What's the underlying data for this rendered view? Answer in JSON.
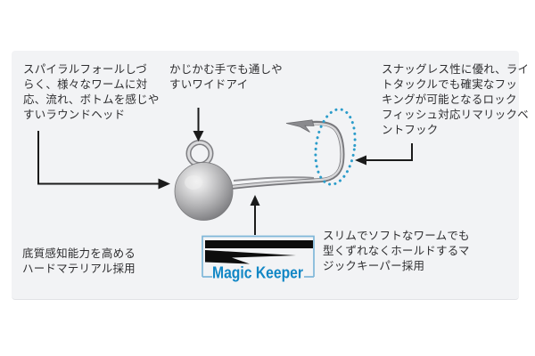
{
  "colors": {
    "page_bg": "#ffffff",
    "panel_bg": "#f2f3f5",
    "text": "#2e2e30",
    "annotation_line": "#1b1b1b",
    "logo_blue": "#1287c5",
    "logo_border_blue": "#7fb7d9",
    "highlight_dotted_blue": "#2b9cca",
    "logo_bar_black": "#0d0d0d"
  },
  "logo": {
    "label": "Magic Keeper"
  },
  "callouts": {
    "round_head": {
      "lines": [
        "スパイラルフォールしづ",
        "らく、様々なワームに対",
        "応、流れ、ボトムを感じや",
        "すいラウンドヘッド"
      ]
    },
    "wide_eye": {
      "lines": [
        "かじかむ手でも通しや",
        "すいワイドアイ"
      ]
    },
    "bent_hook": {
      "lines": [
        "スナッグレス性に優れ、ライ",
        "トタックルでも確実なフッ",
        "キングが可能となるロック",
        "フィッシュ対応リマリックベ",
        "ントフック"
      ]
    },
    "hard_material": {
      "lines": [
        "底質感知能力を高める",
        "ハードマテリアル採用"
      ]
    },
    "magic_keeper_desc": {
      "lines": [
        "スリムでソフトなワームでも",
        "型くずれなくホールドするマ",
        "ジックキーパー採用"
      ]
    }
  }
}
